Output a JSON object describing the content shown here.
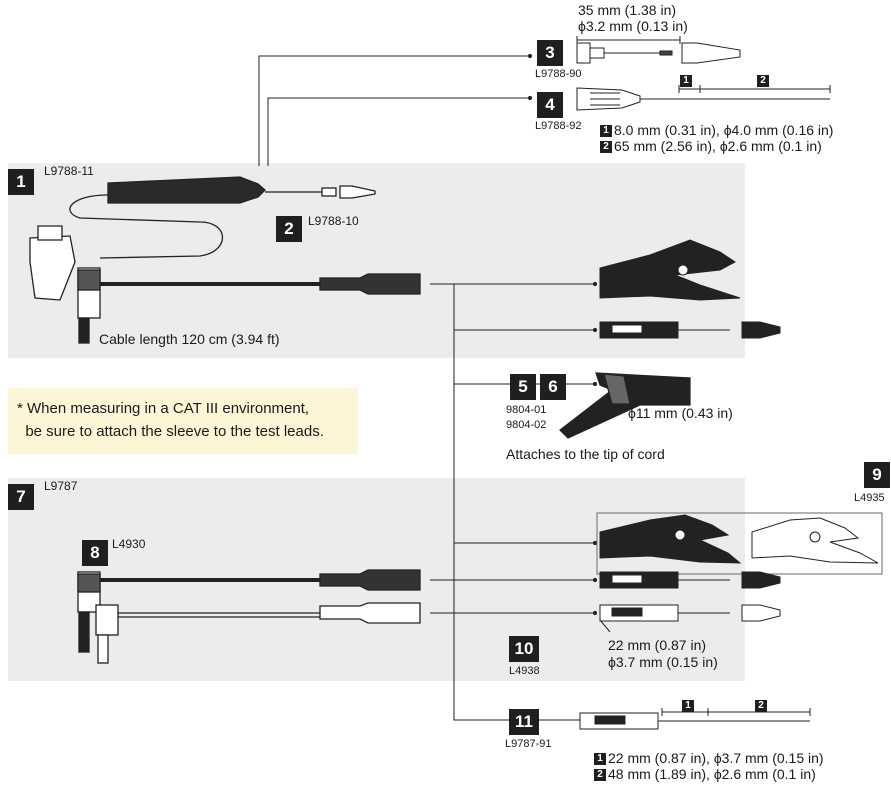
{
  "panels": {
    "note_line1": "* When measuring in a CAT III environment,",
    "note_line2": "  be sure to attach the sleeve to the test leads."
  },
  "items": {
    "n1": "1",
    "l9788_11": "L9788-11",
    "n2": "2",
    "l9788_10": "L9788-10",
    "n3": "3",
    "l9788_90": "L9788-90",
    "n4": "4",
    "l9788_92": "L9788-92",
    "n5": "5",
    "n6": "6",
    "m9804_01": "9804-01",
    "m9804_02": "9804-02",
    "n7": "7",
    "l9787": "L9787",
    "n8": "8",
    "l4930": "L4930",
    "n9": "9",
    "l4935": "L4935",
    "n10": "10",
    "l4938": "L4938",
    "n11": "11",
    "l9787_91": "L9787-91"
  },
  "dims": {
    "p3_len": "35 mm (1.38 in)",
    "p3_dia": "ϕ3.2 mm (0.13 in)",
    "p4_seg1": "8.0 mm (0.31 in), ϕ4.0 mm (0.16 in)",
    "p4_seg2": "65 mm (2.56 in), ϕ2.6 mm (0.1 in)",
    "cable": "Cable length 120 cm (3.94 ft)",
    "sleeve_dia": "ϕ11 mm (0.43 in)",
    "sleeve_note": "Attaches to the tip of cord",
    "p10_len": "22 mm (0.87 in)",
    "p10_dia": "ϕ3.7 mm (0.15 in)",
    "p11_seg1": "22 mm (0.87 in), ϕ3.7 mm (0.15 in)",
    "p11_seg2": "48 mm (1.89 in), ϕ2.6 mm (0.1 in)",
    "seg_1": "1",
    "seg_2": "2"
  },
  "colors": {
    "panel": "#ececec",
    "note": "#fdf6d6",
    "badge": "#1f1f1f",
    "line": "#222222"
  }
}
